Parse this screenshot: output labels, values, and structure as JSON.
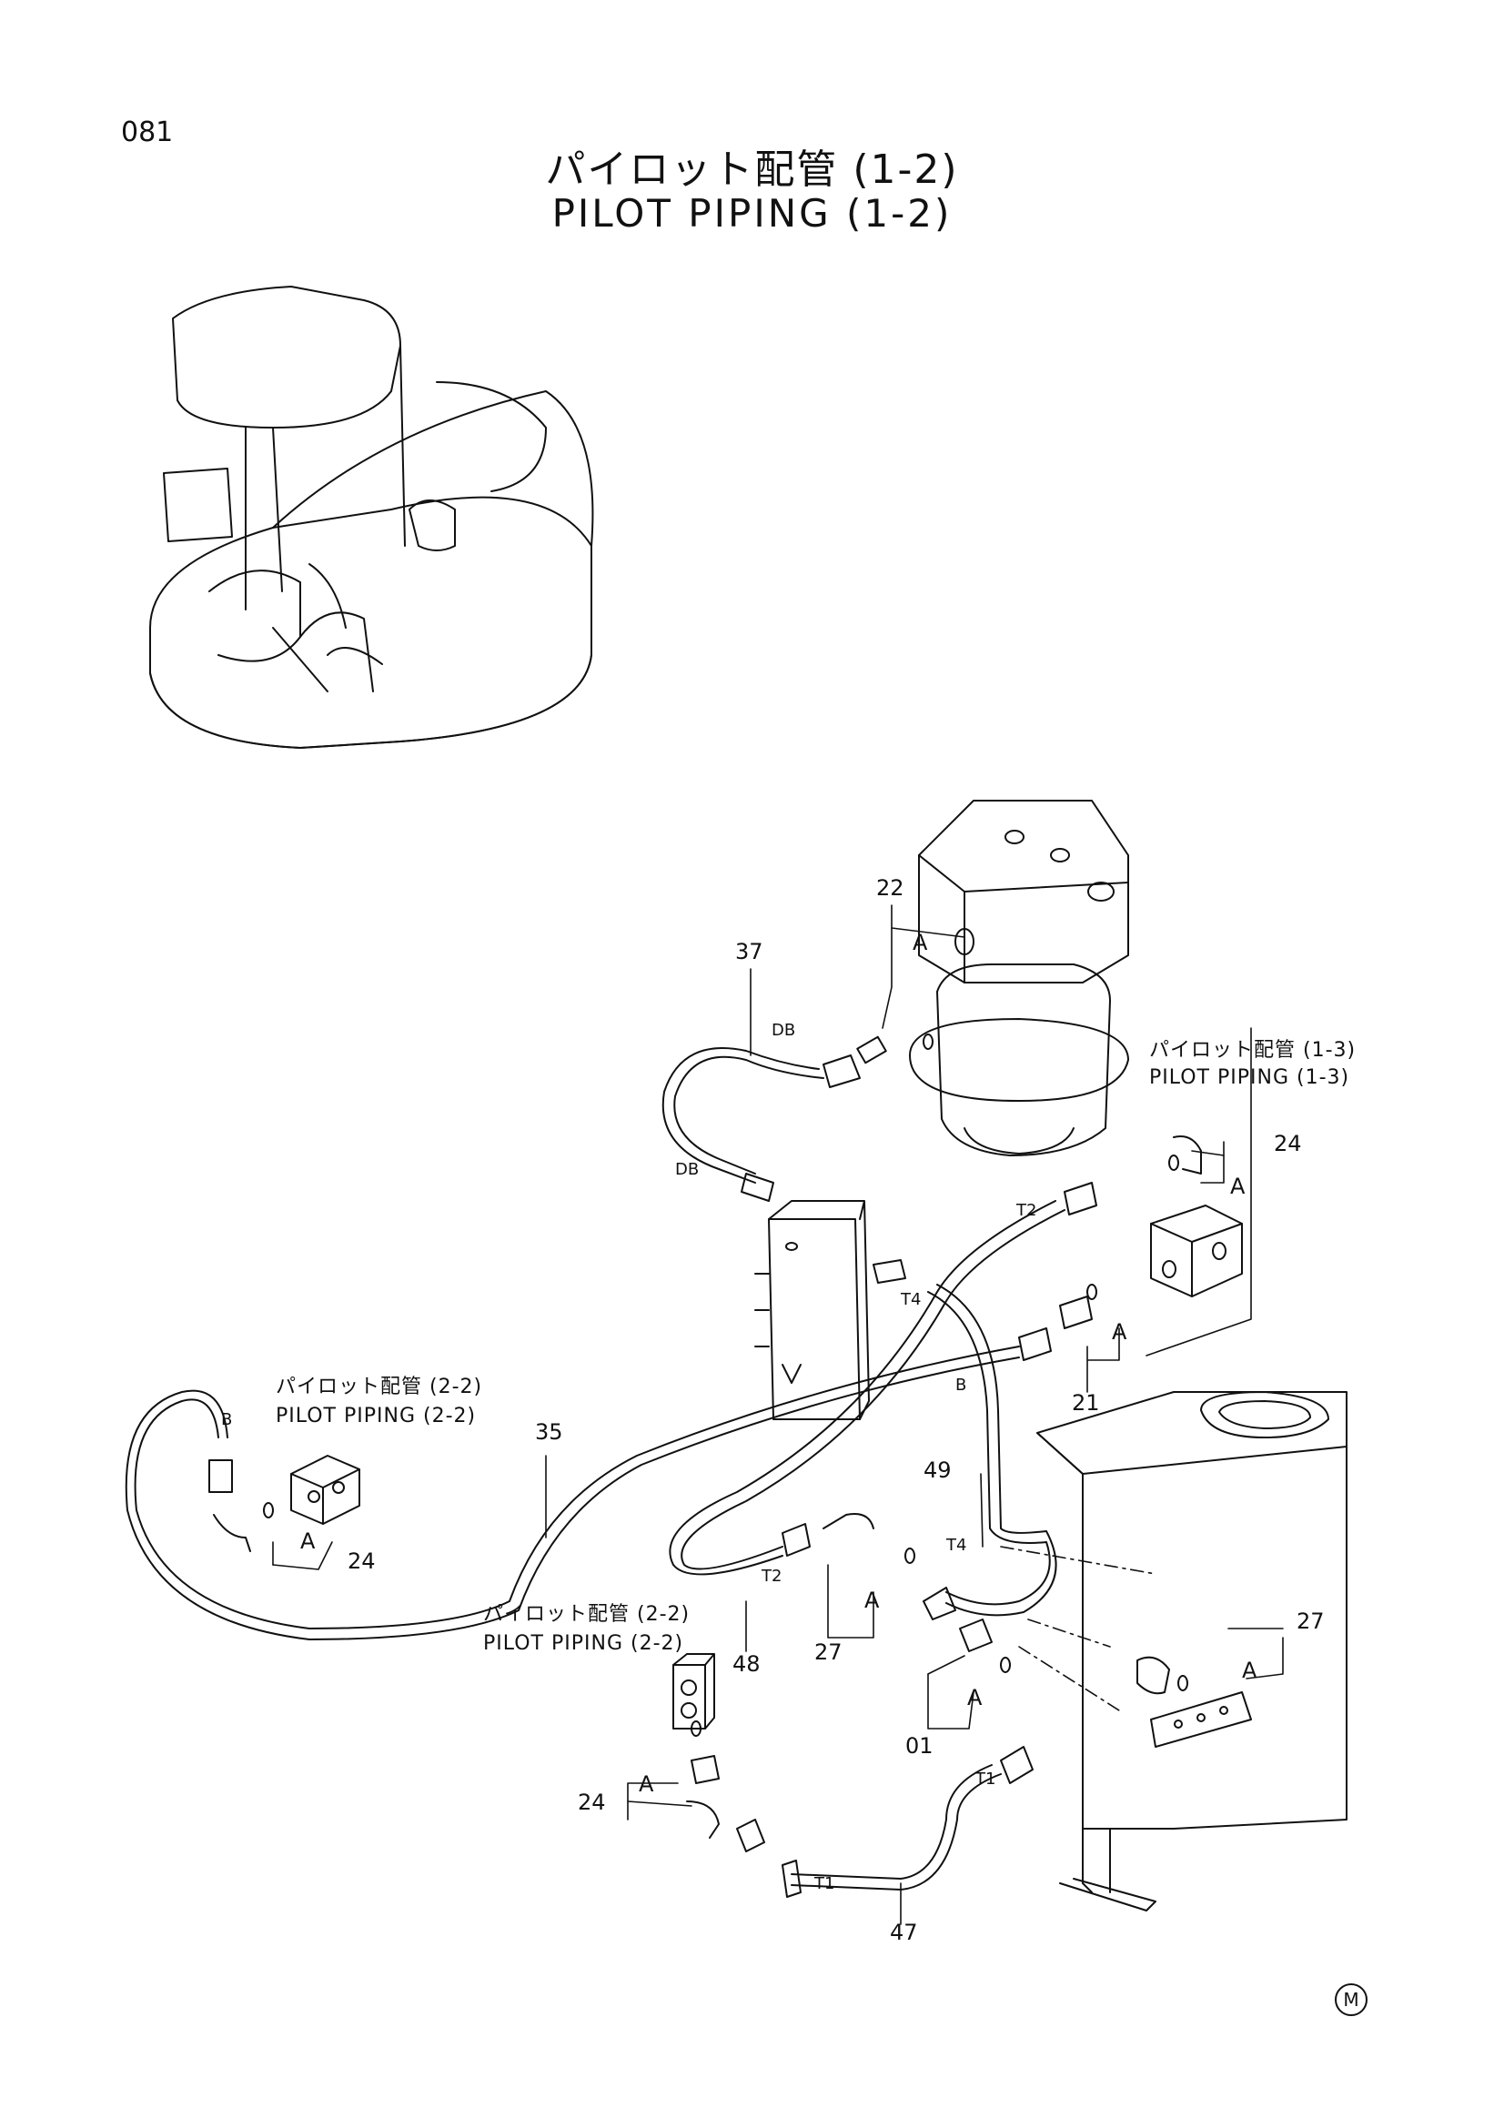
{
  "page": {
    "number": "081",
    "title_jp": "パイロット配管 (1-2)",
    "title_en": "PILOT PIPING (1-2)",
    "mark": "M"
  },
  "references": {
    "ref_1_3_jp": "パイロット配管 (1-3)",
    "ref_1_3_en": "PILOT PIPING (1-3)",
    "ref_2_2_upper_jp": "パイロット配管 (2-2)",
    "ref_2_2_upper_en": "PILOT PIPING (2-2)",
    "ref_2_2_lower_jp": "パイロット配管 (2-2)",
    "ref_2_2_lower_en": "PILOT PIPING (2-2)"
  },
  "parts": {
    "p22": "22",
    "p37": "37",
    "p24_right": "24",
    "p21": "21",
    "p35": "35",
    "p24_left": "24",
    "p49": "49",
    "p48": "48",
    "p27_mid": "27",
    "p27_right": "27",
    "p01": "01",
    "p24_bottom": "24",
    "p47": "47"
  },
  "ports": {
    "db_top": "DB",
    "db_low": "DB",
    "t2_upper": "T2",
    "t4_upper": "T4",
    "b_right": "B",
    "b_left": "B",
    "t4_lower": "T4",
    "t2_lower": "T2",
    "t1_right": "T1",
    "t1_bottom": "T1"
  },
  "symbols": {
    "a1": "A",
    "a2": "A",
    "a3": "A",
    "a4": "A",
    "a5": "A",
    "a6": "A",
    "a7": "A",
    "a8": "A"
  }
}
